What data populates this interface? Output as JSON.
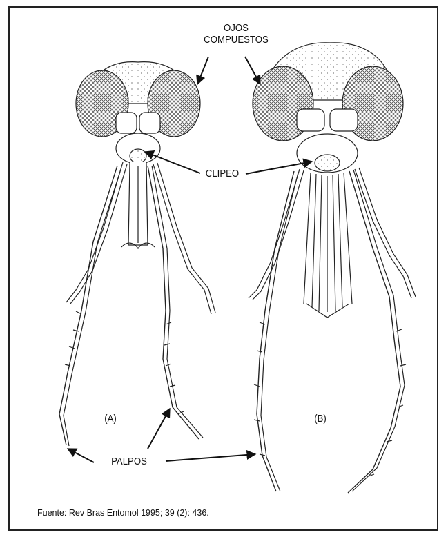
{
  "labels": {
    "ojos_line1": "OJOS",
    "ojos_line2": "COMPUESTOS",
    "clipeo": "CLIPEO",
    "palpos": "PALPOS",
    "specimen_a": "(A)",
    "specimen_b": "(B)"
  },
  "source_note": "Fuente: Rev Bras Entomol 1995; 39 (2): 436.",
  "colors": {
    "ink": "#111111",
    "border": "#222222",
    "background": "#ffffff"
  }
}
